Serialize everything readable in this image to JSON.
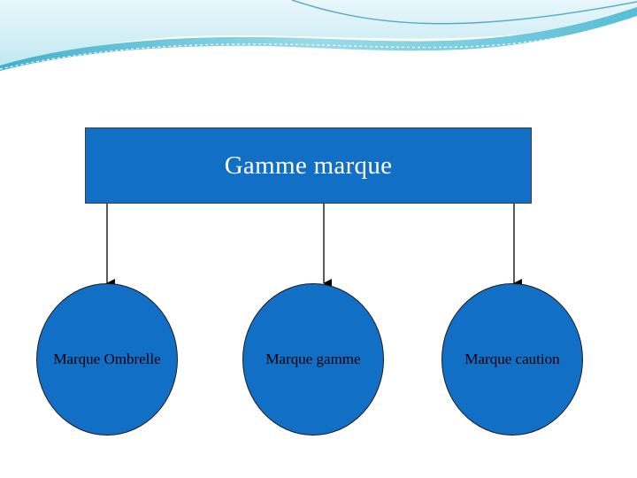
{
  "diagram": {
    "root": {
      "label": "Gamme marque"
    },
    "children": [
      {
        "label": "Marque Ombrelle"
      },
      {
        "label": "Marque gamme"
      },
      {
        "label": "Marque caution"
      }
    ]
  },
  "colors": {
    "box_fill": "#126fc6",
    "node_fill": "#126fc6",
    "wave_light": "#d9f1f7",
    "wave_mid": "#7fd0e3",
    "wave_dark": "#2fa9c8"
  }
}
